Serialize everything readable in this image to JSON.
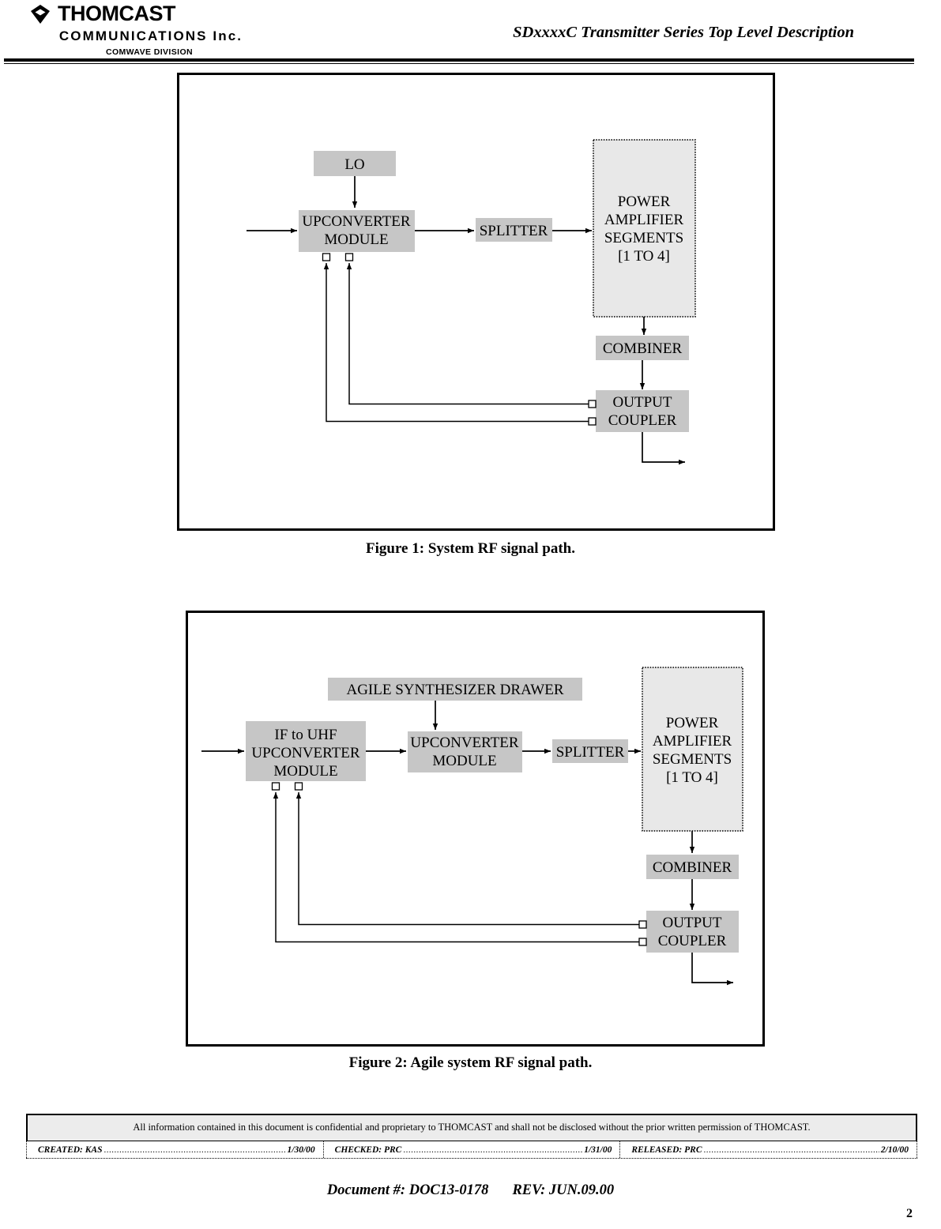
{
  "header": {
    "logo_mark": "thomcast-diamond-logo",
    "company_line1": "THOMCAST",
    "company_line2": "COMMUNICATIONS Inc.",
    "company_line3": "COMWAVE DIVISION",
    "document_title": "SDxxxxC Transmitter Series Top Level Description"
  },
  "figure1": {
    "caption": "Figure 1: System RF signal path.",
    "blocks": {
      "lo": "LO",
      "upconverter_line1": "UPCONVERTER",
      "upconverter_line2": "MODULE",
      "splitter": "SPLITTER",
      "pa_line1": "POWER",
      "pa_line2": "AMPLIFIER",
      "pa_line3": "SEGMENTS",
      "pa_line4": "[1 TO 4]",
      "combiner": "COMBINER",
      "coupler_line1": "OUTPUT",
      "coupler_line2": "COUPLER"
    }
  },
  "figure2": {
    "caption": "Figure 2: Agile system RF signal path.",
    "blocks": {
      "synth": "AGILE SYNTHESIZER DRAWER",
      "ifuhf_line1": "IF to UHF",
      "ifuhf_line2": "UPCONVERTER",
      "ifuhf_line3": "MODULE",
      "upconverter_line1": "UPCONVERTER",
      "upconverter_line2": "MODULE",
      "splitter": "SPLITTER",
      "pa_line1": "POWER",
      "pa_line2": "AMPLIFIER",
      "pa_line3": "SEGMENTS",
      "pa_line4": "[1 TO 4]",
      "combiner": "COMBINER",
      "coupler_line1": "OUTPUT",
      "coupler_line2": "COUPLER"
    }
  },
  "footer": {
    "confidential_notice": "All information contained in this document is confidential and proprietary to THOMCAST and shall not be disclosed without the prior written permission of THOMCAST.",
    "signoff": [
      {
        "label": "CREATED: KAS",
        "date": "1/30/00"
      },
      {
        "label": "CHECKED: PRC",
        "date": "1/31/00"
      },
      {
        "label": "RELEASED: PRC",
        "date": "2/10/00"
      }
    ],
    "document_number": "Document #: DOC13-0178",
    "revision": "REV: JUN.09.00",
    "page_number": "2"
  },
  "colors": {
    "block_fill": "#c6c6c6",
    "pa_fill": "#e8e8e8",
    "confidential_fill": "#ececec",
    "line": "#000000"
  }
}
